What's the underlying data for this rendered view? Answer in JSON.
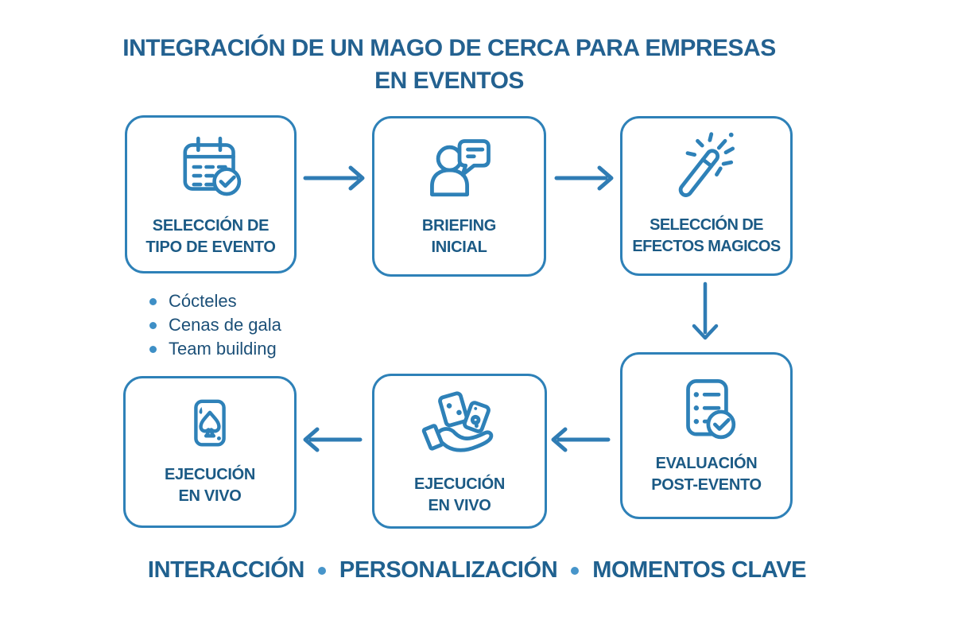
{
  "title": {
    "line1": "INTEGRACIÓN DE UN MAGO DE CERCA PARA EMPRESAS",
    "line2": "EN EVENTOS"
  },
  "flow": {
    "boxes": [
      {
        "id": "seleccion-tipo-evento",
        "icon": "calendar-check-icon",
        "label_line1": "SELECCIÓN DE",
        "label_line2": "TIPO DE EVENTO"
      },
      {
        "id": "briefing-inicial",
        "icon": "person-speech-bubble-icon",
        "label_line1": "BRIEFING",
        "label_line2": "INICIAL"
      },
      {
        "id": "seleccion-efectos-magicos",
        "icon": "magic-wand-icon",
        "label_line1": "SELECCIÓN DE",
        "label_line2": "EFECTOS MAGICOS"
      },
      {
        "id": "evaluacion-post-evento",
        "icon": "checklist-check-icon",
        "label_line1": "EVALUACIÓN",
        "label_line2": "POST-EVENTO"
      },
      {
        "id": "ejecucion-en-vivo-cartas",
        "icon": "hand-cards-icon",
        "label_line1": "EJECUCIÓN",
        "label_line2": "EN VIVO"
      },
      {
        "id": "ejecucion-en-vivo-carta",
        "icon": "playing-card-icon",
        "label_line1": "EJECUCIÓN",
        "label_line2": "EN VIVO"
      }
    ]
  },
  "event_types": {
    "items": [
      "Cócteles",
      "Cenas de gala",
      "Team building"
    ]
  },
  "footer": {
    "items": [
      "INTERACCIÓN",
      "PERSONALIZACIÓN",
      "MOMENTOS CLAVE"
    ]
  },
  "colors": {
    "accent": "#2e81b8",
    "arrow": "#2f7cb4",
    "title_text": "#236190",
    "label_text": "#1b5a85",
    "list_text": "#1c5078",
    "bullet": "#3e8fc6"
  }
}
